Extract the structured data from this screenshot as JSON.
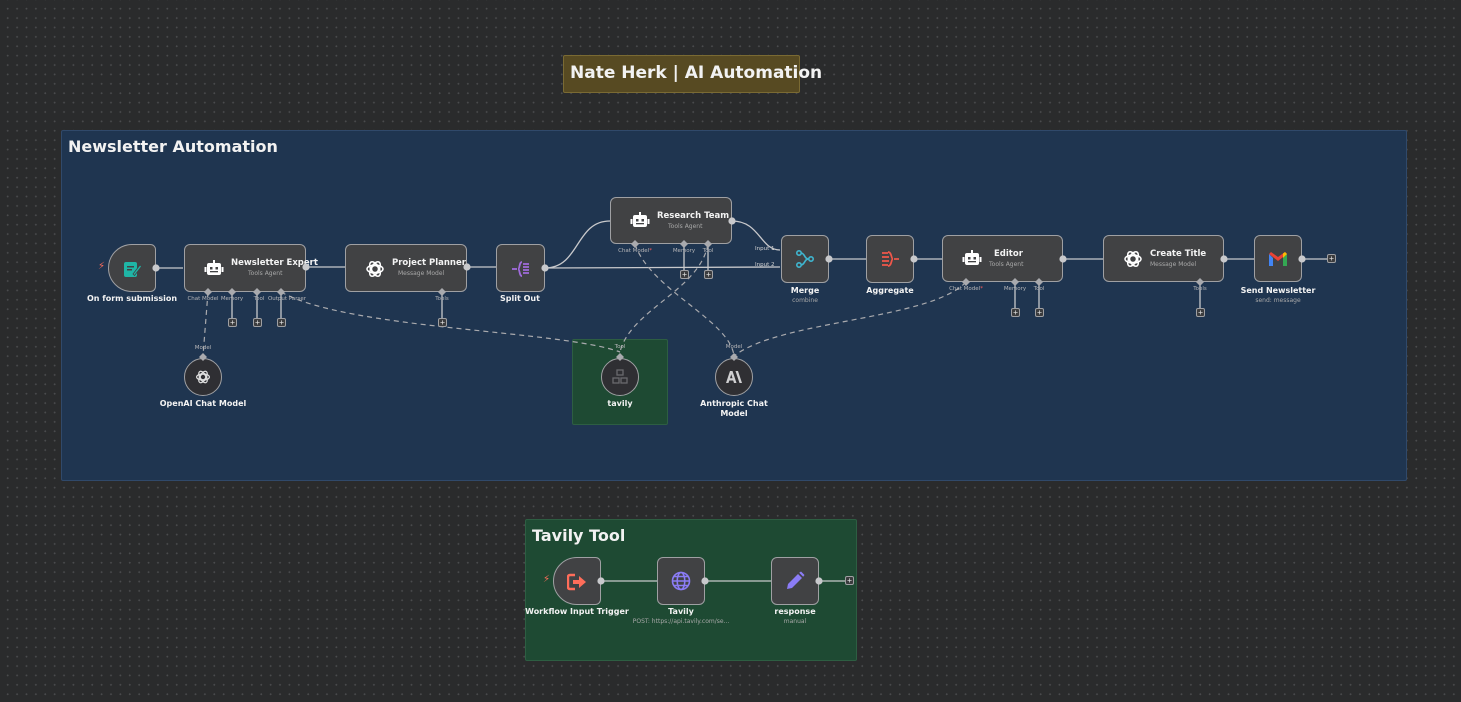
{
  "sticky_notes": {
    "brand": "Nate Herk | AI Automation",
    "newsletter": "Newsletter Automation",
    "tavily_tool": "Tavily Tool"
  },
  "nodes": {
    "form_trigger": {
      "title": "On form submission",
      "icon": "form-icon",
      "color": "#1fb5a6"
    },
    "newsletter_expert": {
      "title": "Newsletter Expert",
      "subtitle": "Tools Agent",
      "icon": "robot-icon",
      "ports": [
        "Chat Model",
        "Memory",
        "Tool",
        "Output Parser"
      ]
    },
    "project_planner": {
      "title": "Project Planner",
      "subtitle": "Message Model",
      "icon": "openai-icon",
      "ports": [
        "Tools"
      ]
    },
    "split_out": {
      "title": "Split Out",
      "icon": "split-out-icon",
      "color": "#a06bdc"
    },
    "research_team": {
      "title": "Research Team",
      "subtitle": "Tools Agent",
      "icon": "robot-icon",
      "ports": [
        "Chat Model",
        "Memory",
        "Tool"
      ],
      "required_mark": "*"
    },
    "merge": {
      "title": "Merge",
      "subtitle": "combine",
      "icon": "merge-icon",
      "color": "#3fb6d0",
      "inputs": [
        "Input 1",
        "Input 2"
      ]
    },
    "aggregate": {
      "title": "Aggregate",
      "icon": "aggregate-icon",
      "color": "#f0574a"
    },
    "editor": {
      "title": "Editor",
      "subtitle": "Tools Agent",
      "icon": "robot-icon",
      "ports": [
        "Chat Model",
        "Memory",
        "Tool"
      ],
      "required_mark": "*"
    },
    "create_title": {
      "title": "Create Title",
      "subtitle": "Message Model",
      "icon": "openai-icon",
      "ports": [
        "Tools"
      ]
    },
    "send_newsletter": {
      "title": "Send Newsletter",
      "subtitle": "send: message",
      "icon": "gmail-icon"
    },
    "openai_chat_model": {
      "title": "OpenAI Chat Model",
      "port": "Model",
      "icon": "openai-icon"
    },
    "tavily": {
      "title": "tavily",
      "port": "Tool",
      "icon": "tool-workflow-icon"
    },
    "anthropic_chat_model": {
      "title": "Anthropic Chat Model",
      "title_line1": "Anthropic Chat",
      "title_line2": "Model",
      "port": "Model",
      "icon": "anthropic-icon"
    },
    "workflow_input_trigger": {
      "title": "Workflow Input Trigger",
      "icon": "exit-arrow-icon",
      "color": "#ff6d5a"
    },
    "tavily_http": {
      "title": "Tavily",
      "subtitle": "POST: https://api.tavily.com/se...",
      "icon": "globe-icon",
      "color": "#8b7cf6"
    },
    "response": {
      "title": "response",
      "subtitle": "manual",
      "icon": "pencil-icon",
      "color": "#8b7cf6"
    }
  },
  "colors": {
    "canvas": "#2a2b2c",
    "node_fill": "#414244",
    "node_border": "#9fa0a3",
    "sticky_yellow": "#574a22",
    "sticky_blue": "#1f3550",
    "sticky_green": "#1e4a33",
    "trigger_bolt": "#ff6d5a"
  }
}
